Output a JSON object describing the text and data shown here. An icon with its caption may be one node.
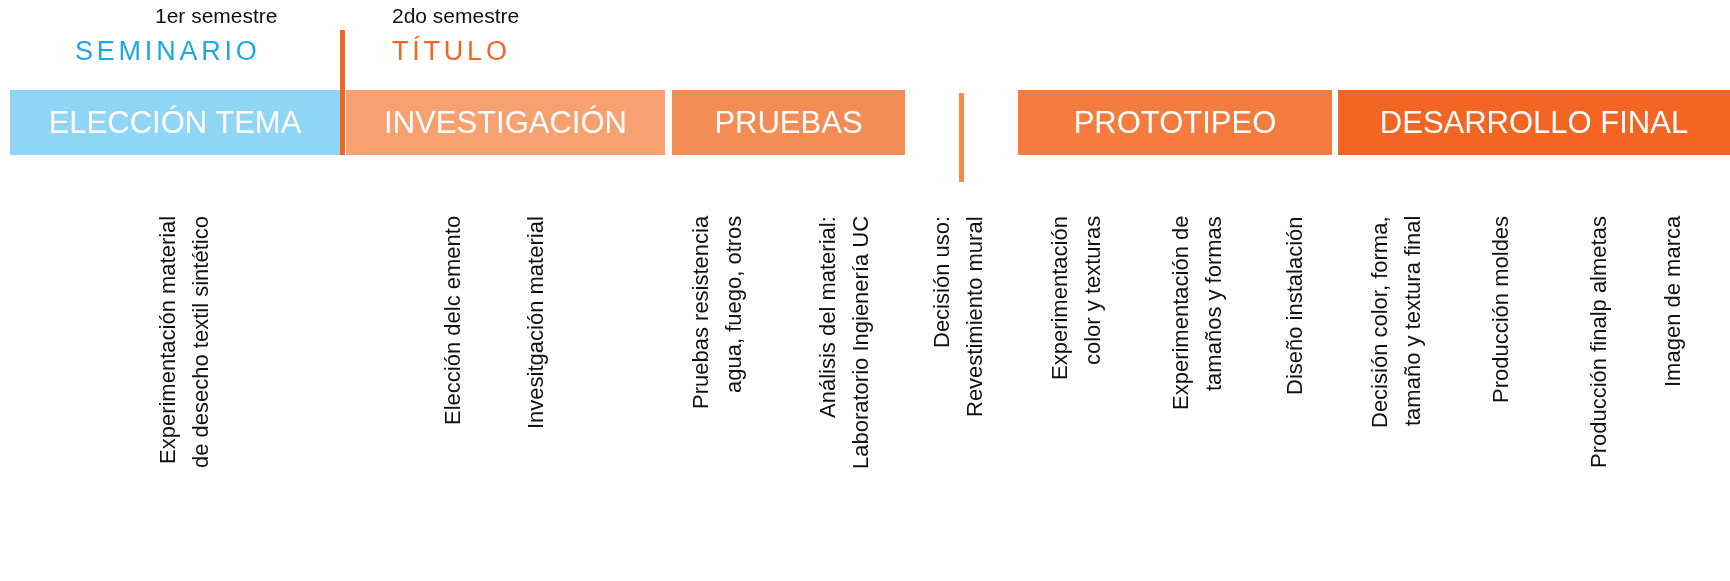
{
  "diagram": {
    "nodes": [
      {
        "text": [
          "ELECCIÓN TEMA"
        ]
      },
      {
        "text": [
          "INVESTIGACIÓN"
        ]
      },
      {
        "text": [
          "PRUEBAS"
        ]
      },
      {
        "text": [
          "PROTOTIPEO"
        ]
      },
      {
        "text": [
          "DESARROLLO FINAL"
        ]
      }
    ],
    "labels": [
      "1er semestre",
      "SEMINARIO",
      "2do semestre",
      "TÍTULO",
      "Experimentación material de desecho textil sintético",
      "Elección delc emento",
      "Invesitgación material",
      "Pruebas resistencia agua, fuego, otros",
      "Análisis del material: Laboratorio Ingienería UC",
      "Decisión uso: Revestimiento mural",
      "Experimentación color y texturas",
      "Experimentación de tamaños y formas",
      "Diseño instalación",
      "Decisión color, forma, tamaño y textura final",
      "Producción moldes",
      "Producción finalp almetas",
      "Imagen de marca"
    ]
  }
}
